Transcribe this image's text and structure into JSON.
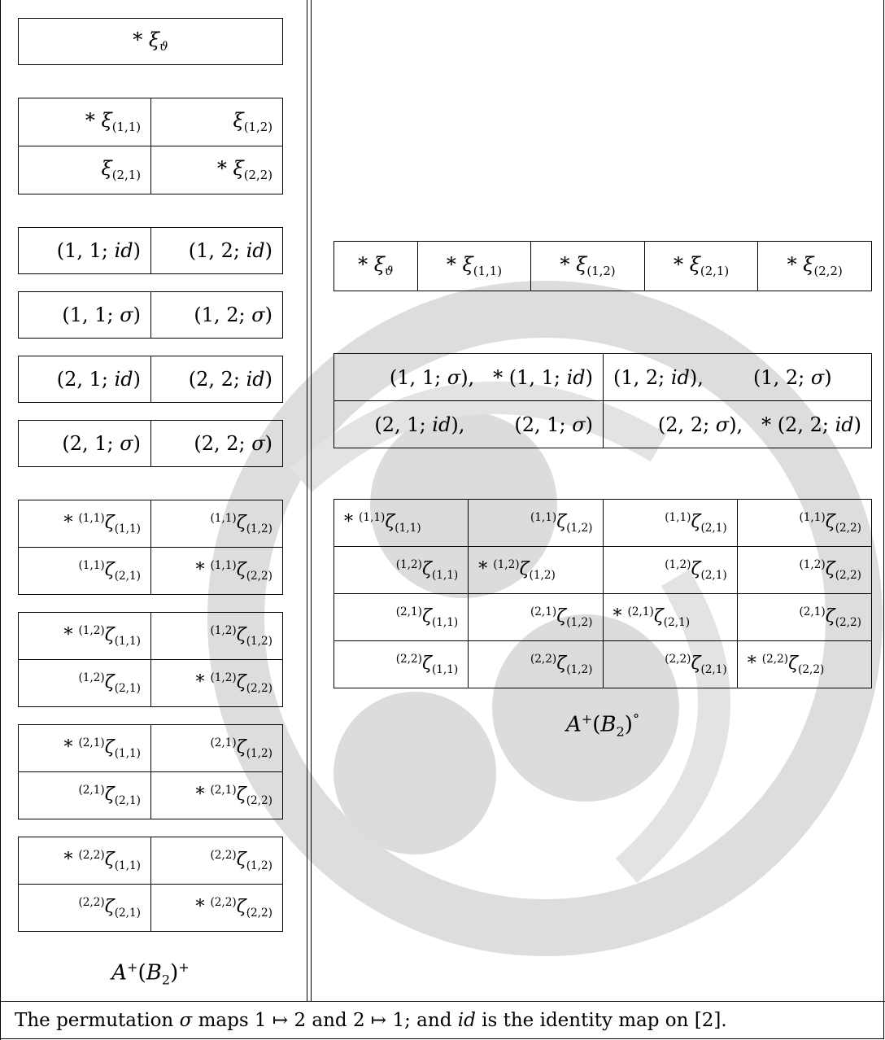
{
  "left": {
    "theta_box": "* ξ_ϑ",
    "xi_grid": [
      [
        "* ξ_(1,1)",
        "ξ_(1,2)"
      ],
      [
        "ξ_(2,1)",
        "* ξ_(2,2)"
      ]
    ],
    "pairs": [
      [
        "(1, 1; id)",
        "(1, 2; id)"
      ],
      [
        "(1, 1; σ)",
        "(1, 2; σ)"
      ],
      [
        "(2, 1; id)",
        "(2, 2; id)"
      ],
      [
        "(2, 1; σ)",
        "(2, 2; σ)"
      ]
    ],
    "zeta_blocks": [
      {
        "sup": "(1,1)",
        "cells": [
          [
            "* (1,1)ζ_(1,1)",
            "(1,1)ζ_(1,2)"
          ],
          [
            "(1,1)ζ_(2,1)",
            "* (1,1)ζ_(2,2)"
          ]
        ]
      },
      {
        "sup": "(1,2)",
        "cells": [
          [
            "* (1,2)ζ_(1,1)",
            "(1,2)ζ_(1,2)"
          ],
          [
            "(1,2)ζ_(2,1)",
            "* (1,2)ζ_(2,2)"
          ]
        ]
      },
      {
        "sup": "(2,1)",
        "cells": [
          [
            "* (2,1)ζ_(1,1)",
            "(2,1)ζ_(1,2)"
          ],
          [
            "(2,1)ζ_(2,1)",
            "* (2,1)ζ_(2,2)"
          ]
        ]
      },
      {
        "sup": "(2,2)",
        "cells": [
          [
            "* (2,2)ζ_(1,1)",
            "(2,2)ζ_(1,2)"
          ],
          [
            "(2,2)ζ_(2,1)",
            "* (2,2)ζ_(2,2)"
          ]
        ]
      }
    ],
    "caption": "A+(B2)+"
  },
  "right": {
    "xi_row": [
      "* ξ_ϑ",
      "* ξ_(1,1)",
      "* ξ_(1,2)",
      "* ξ_(2,1)",
      "* ξ_(2,2)"
    ],
    "pair_grid": [
      [
        "(1, 1; σ),  * (1, 1; id)",
        "(1, 2; id),  (1, 2; σ)"
      ],
      [
        "(2, 1; id),  (2, 1; σ)",
        "(2, 2; σ),  * (2, 2; id)"
      ]
    ],
    "zeta_grid": "4×4 grid of (i,j)ζ_(k,l), starred on the diagonal",
    "caption": "A+(B2)°"
  },
  "footnote": "The permutation σ maps 1 ↦ 2 and 2 ↦ 1; and id is the identity map on [2].",
  "watermark": "Indian Institute of Technology Guwahati"
}
